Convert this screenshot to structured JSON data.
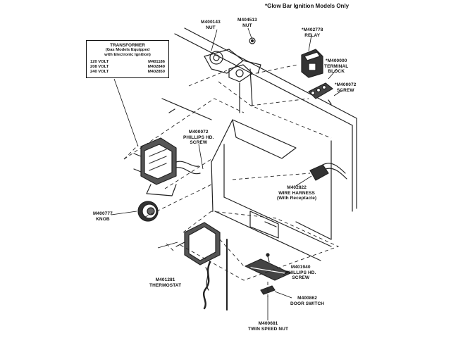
{
  "note": "*Glow Bar Ignition Models Only",
  "transformer": {
    "title": "TRANSFORMER",
    "subtitle_1": "(Gas Models Equipped",
    "subtitle_2": "with Electronic Ignition)",
    "rows": [
      {
        "volt": "120 VOLT",
        "part": "M401186"
      },
      {
        "volt": "208 VOLT",
        "part": "M402849"
      },
      {
        "volt": "240 VOLT",
        "part": "M402850"
      }
    ]
  },
  "labels": {
    "nut_a_part": "M400143",
    "nut_a_name": "NUT",
    "nut_b_part": "M404513",
    "nut_b_name": "NUT",
    "relay_part": "*M402778",
    "relay_name": "RELAY",
    "terminal_part": "*M400000",
    "terminal_name_1": "TERMINAL",
    "terminal_name_2": "BLOCK",
    "screw_tb_part": "*M400072",
    "screw_tb_name": "SCREW",
    "phillips_a_part": "M400072",
    "phillips_a_name_1": "PHILLIPS HD.",
    "phillips_a_name_2": "SCREW",
    "harness_part": "M402822",
    "harness_name_1": "WIRE HARNESS",
    "harness_name_2": "(With Receptacle)",
    "knob_part": "M400777",
    "knob_name": "KNOB",
    "thermostat_part": "M401281",
    "thermostat_name": "THERMOSTAT",
    "phillips_b_part": "M401940",
    "phillips_b_name_1": "PHILLIPS HD.",
    "phillips_b_name_2": "SCREW",
    "door_switch_part": "M400862",
    "door_switch_name": "DOOR SWITCH",
    "twin_nut_part": "M400681",
    "twin_nut_name": "TWIN SPEED NUT"
  }
}
